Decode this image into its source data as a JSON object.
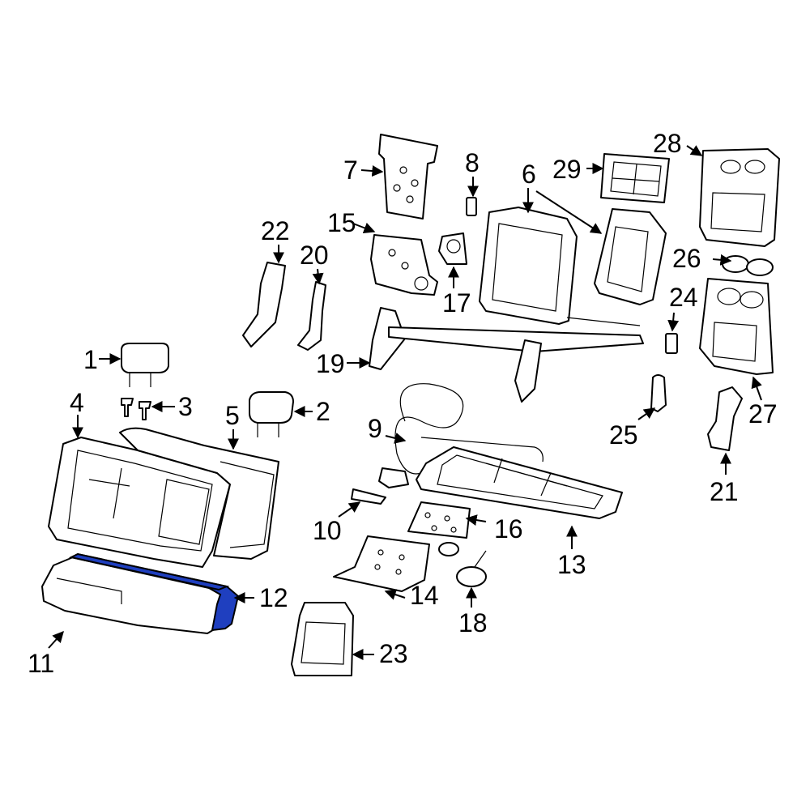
{
  "highlight_color": "#1f3fbf",
  "callouts": [
    {
      "id": "1",
      "label": "1"
    },
    {
      "id": "2",
      "label": "2"
    },
    {
      "id": "3",
      "label": "3"
    },
    {
      "id": "4",
      "label": "4"
    },
    {
      "id": "5",
      "label": "5"
    },
    {
      "id": "6",
      "label": "6"
    },
    {
      "id": "7",
      "label": "7"
    },
    {
      "id": "8",
      "label": "8"
    },
    {
      "id": "9",
      "label": "9"
    },
    {
      "id": "10",
      "label": "10"
    },
    {
      "id": "11",
      "label": "11"
    },
    {
      "id": "12",
      "label": "12"
    },
    {
      "id": "13",
      "label": "13"
    },
    {
      "id": "14",
      "label": "14"
    },
    {
      "id": "15",
      "label": "15"
    },
    {
      "id": "16",
      "label": "16"
    },
    {
      "id": "17",
      "label": "17"
    },
    {
      "id": "18",
      "label": "18"
    },
    {
      "id": "19",
      "label": "19"
    },
    {
      "id": "20",
      "label": "20"
    },
    {
      "id": "21",
      "label": "21"
    },
    {
      "id": "22",
      "label": "22"
    },
    {
      "id": "23",
      "label": "23"
    },
    {
      "id": "24",
      "label": "24"
    },
    {
      "id": "25",
      "label": "25"
    },
    {
      "id": "26",
      "label": "26"
    },
    {
      "id": "27",
      "label": "27"
    },
    {
      "id": "28",
      "label": "28"
    },
    {
      "id": "29",
      "label": "29"
    }
  ],
  "highlighted_part": "12"
}
